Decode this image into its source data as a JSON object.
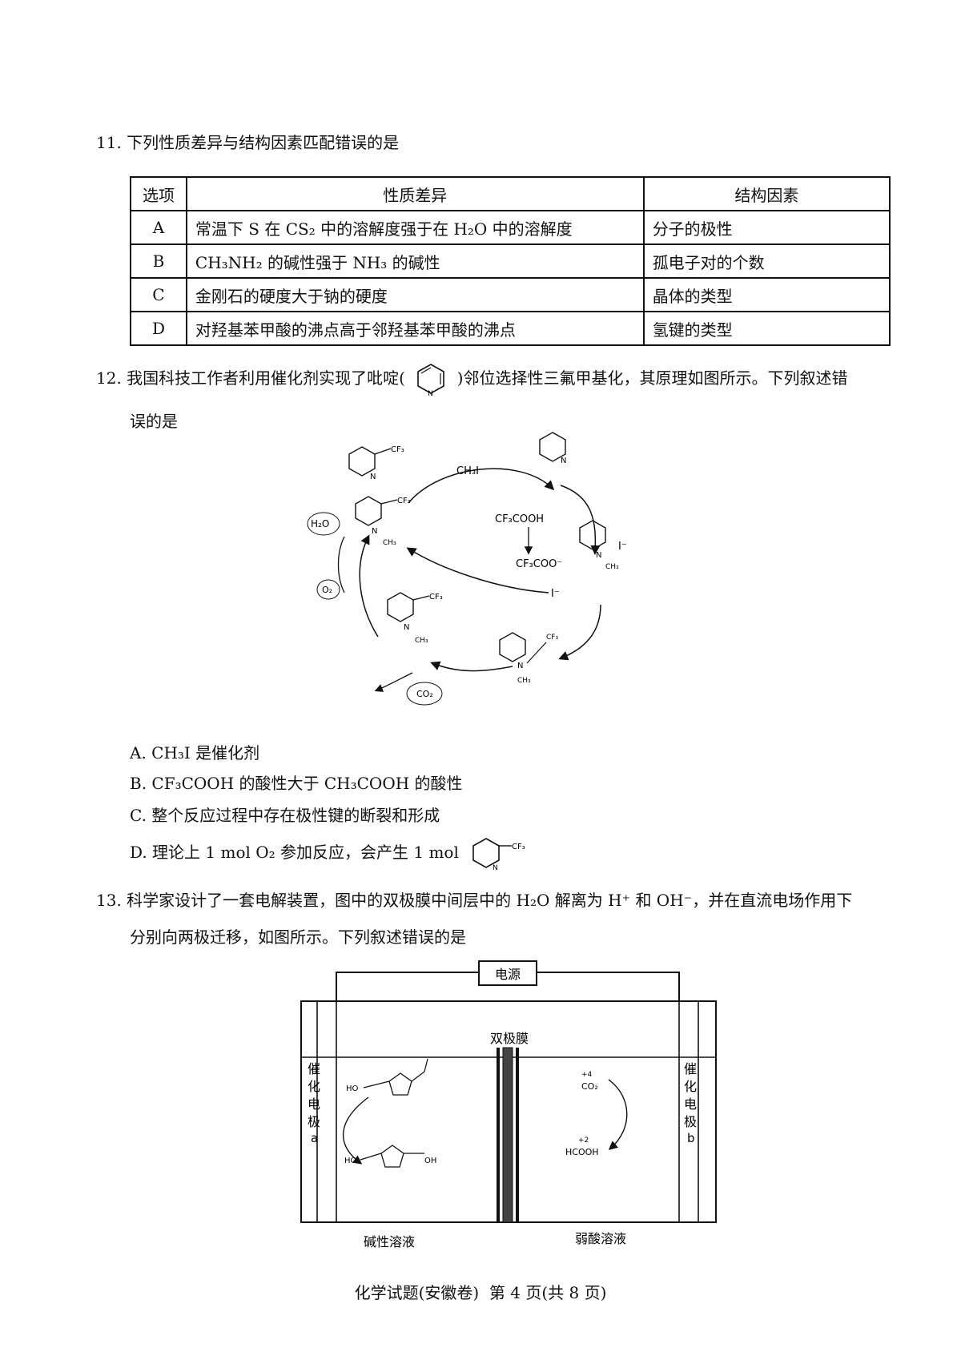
{
  "q11": {
    "stem": "11. 下列性质差异与结构因素匹配错误的是",
    "headers": [
      "选项",
      "性质差异",
      "结构因素"
    ],
    "rows": [
      {
        "opt": "A",
        "diff": "常温下 S 在 CS₂ 中的溶解度强于在 H₂O 中的溶解度",
        "factor": "分子的极性"
      },
      {
        "opt": "B",
        "diff": "CH₃NH₂ 的碱性强于 NH₃ 的碱性",
        "factor": "孤电子对的个数"
      },
      {
        "opt": "C",
        "diff": "金刚石的硬度大于钠的硬度",
        "factor": "晶体的类型"
      },
      {
        "opt": "D",
        "diff": "对羟基苯甲酸的沸点高于邻羟基苯甲酸的沸点",
        "factor": "氢键的类型"
      }
    ]
  },
  "q12": {
    "stem_a": "12. 我国科技工作者利用催化剂实现了吡啶(",
    "stem_b": ")邻位选择性三氟甲基化，其原理如图所示。下列叙述错",
    "stem_c": "误的是",
    "diagram": {
      "ch3i": "CH₃I",
      "cf3cooh": "CF₃COOH",
      "cf3coo": "CF₃COO⁻",
      "iodide": "I⁻",
      "water": "H₂O",
      "oxygen": "O₂",
      "co2": "CO₂",
      "cf3": "CF₃",
      "ch3": "CH₃",
      "n": "N"
    },
    "options": [
      "A. CH₃I 是催化剂",
      "B. CF₃COOH 的酸性大于 CH₃COOH 的酸性",
      "C. 整个反应过程中存在极性键的断裂和形成",
      "D. 理论上 1 mol O₂ 参加反应，会产生 1 mol"
    ]
  },
  "q13": {
    "stem_a": "13. 科学家设计了一套电解装置，图中的双极膜中间层中的 H₂O 解离为 H⁺ 和 OH⁻，并在直流电场作用下",
    "stem_b": "分别向两极迁移，如图所示。下列叙述错误的是",
    "power": "电源",
    "membrane": "双极膜",
    "electrode_a": [
      "催",
      "化",
      "电",
      "极",
      "a"
    ],
    "electrode_b": [
      "催",
      "化",
      "电",
      "极",
      "b"
    ],
    "left_solution": "碱性溶液",
    "right_solution": "弱酸溶液",
    "co2": "CO₂",
    "hcooh": "HCOOH",
    "oh_ho": "HO",
    "oh_oh": "OH",
    "ox_minus4": "+4",
    "ox_plus2": "+2"
  },
  "footer": "化学试题(安徽卷)  第 4 页(共 8 页)"
}
